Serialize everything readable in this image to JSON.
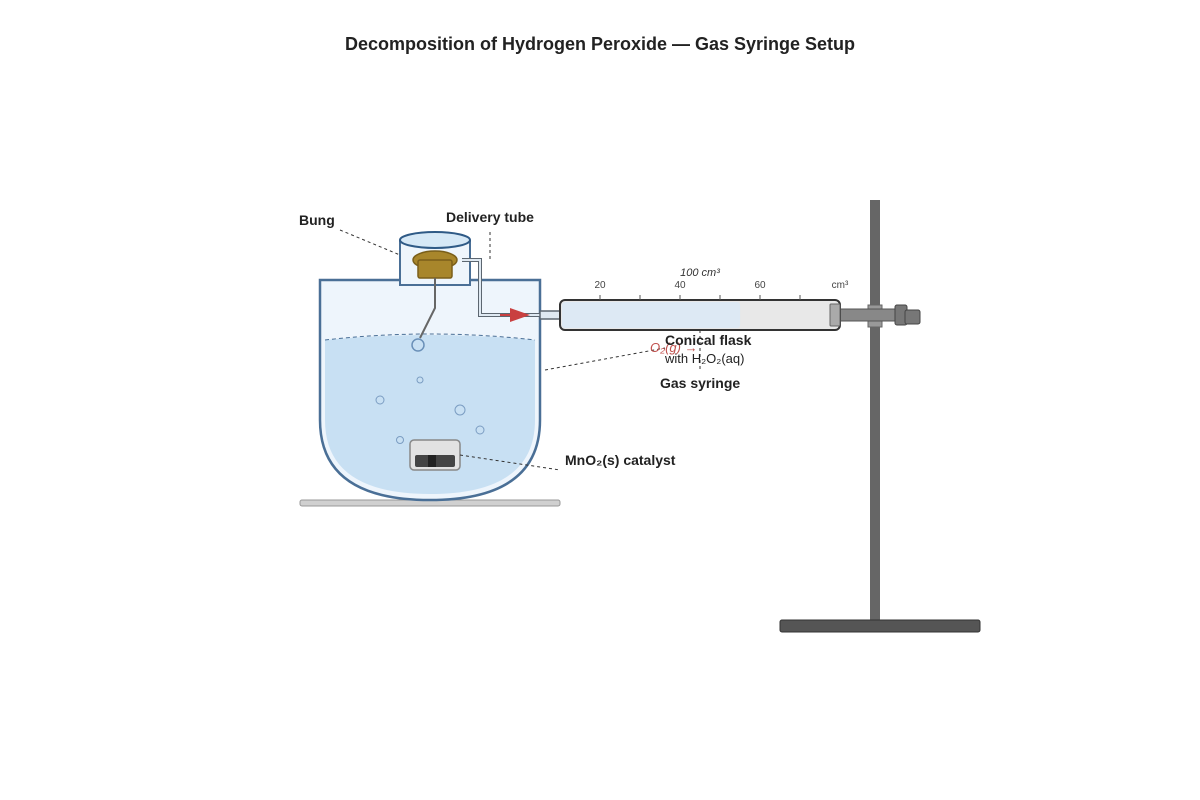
{
  "title": "Decomposition of Hydrogen Peroxide — Gas Syringe Setup",
  "labels": {
    "bung": "Bung",
    "delivery_tube": "Delivery tube",
    "flask_line1": "Conical flask",
    "flask_line2": "with H₂O₂(aq)",
    "gas_syringe": "Gas syringe",
    "catalyst": "MnO₂(s) catalyst",
    "gas": "O₂(g) →"
  },
  "syringe": {
    "capacity_label": "100 cm³",
    "unit_label": "cm³",
    "tick_labels": [
      "20",
      "40",
      "60"
    ],
    "gas_volume_fraction": 0.65
  },
  "colors": {
    "glass_outline": "#4a6f96",
    "liquid": "#c8e0f3",
    "bung": "#a8862b",
    "arrow": "#c94040",
    "stand": "#666666",
    "stand_base": "#555555"
  }
}
